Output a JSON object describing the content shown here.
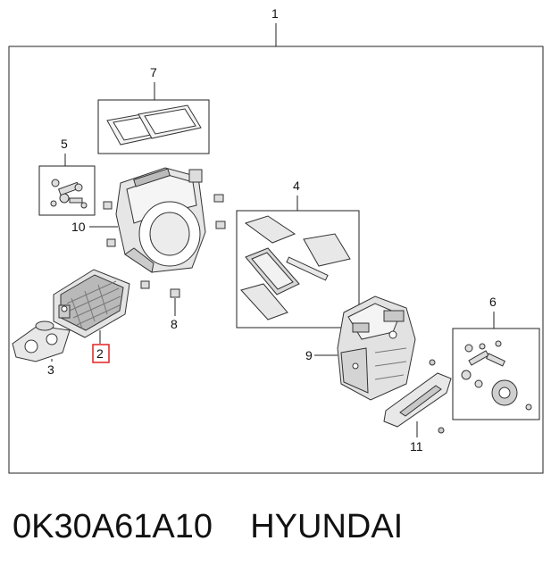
{
  "diagram": {
    "callouts": {
      "c1": "1",
      "c2": "2",
      "c3": "3",
      "c4": "4",
      "c5": "5",
      "c6": "6",
      "c7": "7",
      "c8": "8",
      "c9": "9",
      "c10": "10",
      "c11": "11"
    },
    "highlighted_callout": "2",
    "highlight_color": "#e02020"
  },
  "caption": {
    "part_number": "0K30A61A10",
    "brand": "HYUNDAI"
  }
}
